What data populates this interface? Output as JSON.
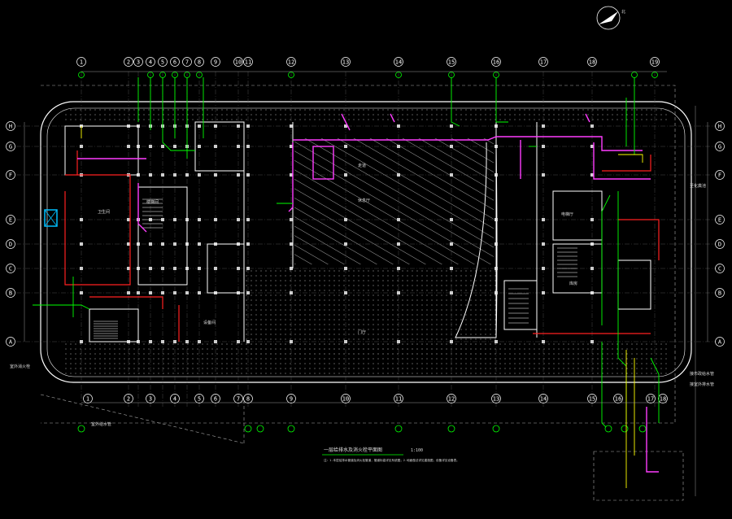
{
  "drawing": {
    "north_label": "北",
    "title": "一层给排水及消火栓平面图",
    "scale": "1:100",
    "note": "注：1.本层给排水管道及消火栓管道，管道标高详见系统图；2.地面做法详见建施图，设备详见设备表。",
    "left_bottom_label": "室外消火栓",
    "left_lower_label": "室外给水管",
    "right_labels": [
      "接市政给水管",
      "接室外排水管",
      "至化粪池"
    ],
    "room_labels": [
      "卫生间",
      "楼梯间",
      "设备间",
      "门厅",
      "休息厅",
      "电梯厅",
      "库房",
      "走道"
    ]
  },
  "grid": {
    "top_axes": [
      "1",
      "2",
      "3",
      "4",
      "5",
      "6",
      "7",
      "8",
      "9",
      "10",
      "11",
      "12",
      "13",
      "14",
      "15",
      "16",
      "17",
      "18",
      "19"
    ],
    "bottom_axes": [
      "1",
      "2",
      "3",
      "4",
      "5",
      "6",
      "7",
      "8",
      "9",
      "10",
      "11",
      "12",
      "13",
      "14",
      "15",
      "16",
      "17",
      "18"
    ],
    "left_axes": [
      "H",
      "G",
      "F",
      "E",
      "D",
      "C",
      "B",
      "A"
    ],
    "right_axes": [
      "H",
      "G",
      "F",
      "E",
      "D",
      "C",
      "B",
      "A"
    ]
  },
  "colors": {
    "background": "#000000",
    "walls": "#ffffff",
    "columns": "#cfcfcf",
    "water_supply": "#00ff00",
    "fire_pipe": "#ff3cff",
    "drainage": "#ffff00",
    "wall_red": "#ff2020",
    "axis_bubble": "#00ff00",
    "dim_lines": "#9a9a9a",
    "cyan_equipment": "#00bfff"
  },
  "icons": [
    "north-arrow-icon",
    "grid-bubble-icon",
    "column-icon",
    "stair-icon",
    "fire-hydrant-icon"
  ]
}
